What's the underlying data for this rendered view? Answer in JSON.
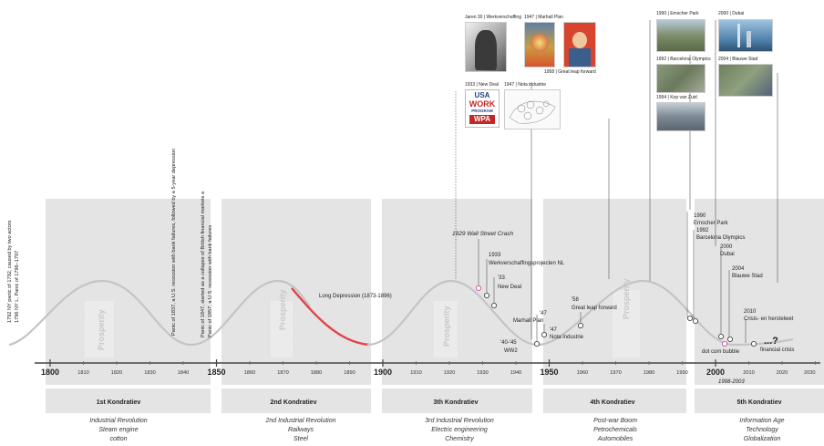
{
  "axis": {
    "decades_major": [
      "1800",
      "1850",
      "1900",
      "1950",
      "2000"
    ],
    "decades_minor": [
      "1810",
      "1820",
      "1830",
      "1840",
      "1860",
      "1870",
      "1880",
      "1890",
      "1910",
      "1920",
      "1930",
      "1940",
      "1960",
      "1970",
      "1980",
      "1990",
      "2010",
      "2020",
      "2030"
    ]
  },
  "kondratiev": [
    {
      "name": "1st Kondratiev",
      "line1": "Industrial Revolution",
      "line2": "Steam engine",
      "line3": "cotton"
    },
    {
      "name": "2nd Kondratiev",
      "line1": "2nd Industrial Revolution",
      "line2": "Railways",
      "line3": "Steel"
    },
    {
      "name": "3th Kondratiev",
      "line1": "3rd Industrial Revolution",
      "line2": "Electric engineering",
      "line3": "Chemistry"
    },
    {
      "name": "4th Kondratiev",
      "line1": "Post-war Boom",
      "line2": "Petrochemicals",
      "line3": "Automobiles"
    },
    {
      "name": "5th Kondratiev",
      "line1": "Information Age",
      "line2": "Technology",
      "line3": "Globalization"
    }
  ],
  "prosperity_label": "Prosperity",
  "vertical_notes": {
    "n1a": "1792 NY panic of 1792, caused by two actors",
    "n1b": "1796 NY L, Panic of 1796–1797",
    "n2": "Panic of 1837, a U.S. recession with bank failures, followed by a 5-year depression",
    "n3a": "Panic of 1847, started as a collapse of British financial markets a",
    "n3b": "Panic of 1857, a U.S. recession with bank failures"
  },
  "events": {
    "long_depression": "Long Depression (1873-1896)",
    "crash": "1929 Wall Street Crash",
    "e1933a": "1933",
    "e1933b": "Werkverschaffingsprojecten NL",
    "e33a": "'33",
    "e33b": "New Deal",
    "e47a": "'47",
    "e47b": "Marhall Plan",
    "e4045a": "'40-'45",
    "e4045b": "WW2",
    "e47c": "'47",
    "e47d": "Nota industrie",
    "e58a": "'58",
    "e58b": "Great leap forward",
    "e1990a": "1990",
    "e1990b": "Emscher Park",
    "e1992a": "1992",
    "e1992b": "Barcelona Olympics",
    "e2000a": "2000",
    "e2000b": "Dubai",
    "e2004a": "2004",
    "e2004b": "Blauwe Stad",
    "e2010a": "2010",
    "e2010b": "Crisis- en herstelwet",
    "dotcom": "dot com bubble",
    "dotcom_years": "1998-2003",
    "financial": "financial crisis",
    "future": "...?"
  },
  "captions": {
    "c1": "Jaren 30 | Werkverschaffing",
    "c2": "1947 | Marhall Plan",
    "c3": "1958 | Great leap forward",
    "c4": "1933 | New Deal",
    "c5": "1947 | Nota industrie",
    "c6": "1990 | Emscher Park",
    "c7": "2000 | Dubai",
    "c8": "1992 | Barcelona Olympics",
    "c9": "2004 | Blauwe Stad",
    "c10": "1994 | Kop van Zuid"
  },
  "poster": {
    "t1": "USA",
    "t2": "WORK",
    "t3": "PROGRAM",
    "t4": "WPA"
  },
  "colors": {
    "band": "#e4e4e4",
    "wave": "#c4c4c4",
    "depression": "#e0454a",
    "axis": "#444444",
    "marker": "#c83c9b"
  }
}
